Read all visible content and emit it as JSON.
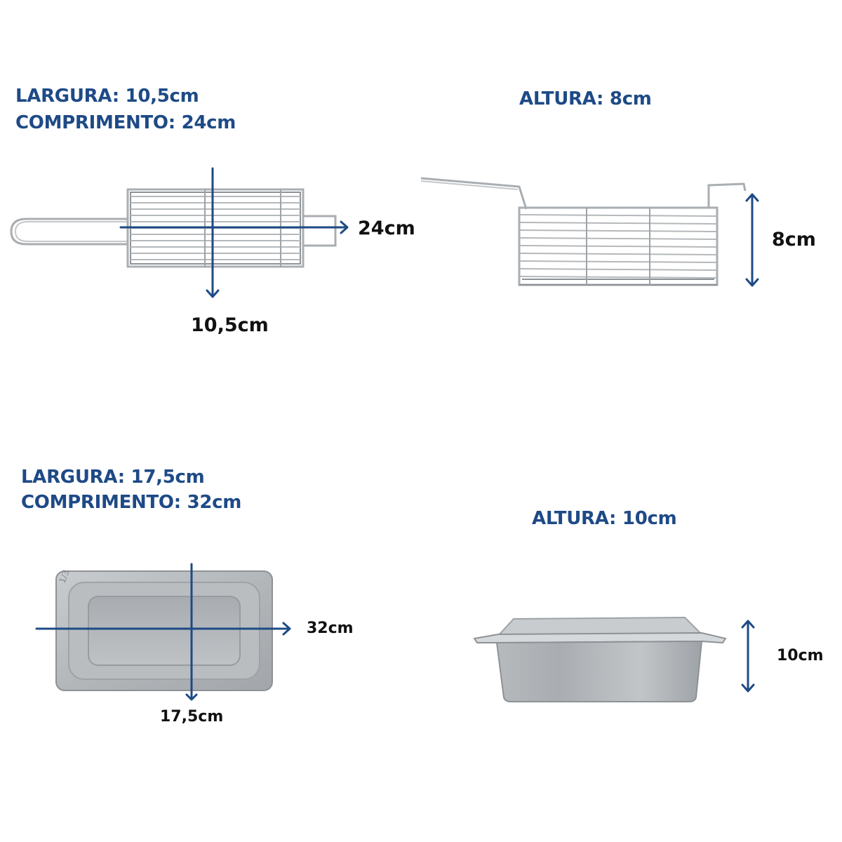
{
  "basket": {
    "top_view": {
      "width_line": "LARGURA: 10,5cm",
      "length_line": "COMPRIMENTO: 24cm",
      "length_label": "24cm",
      "width_label": "10,5cm"
    },
    "side_view": {
      "height_line": "ALTURA: 8cm",
      "height_label": "8cm"
    }
  },
  "pan": {
    "top_view": {
      "width_line": "LARGURA: 17,5cm",
      "length_line": "COMPRIMENTO: 32cm",
      "length_label": "32cm",
      "width_label": "17,5cm",
      "stamp": "1/3"
    },
    "side_view": {
      "height_line": "ALTURA: 10cm",
      "height_label": "10cm"
    }
  },
  "colors": {
    "heading": "#1e4a86",
    "arrow": "#1e4a86",
    "measure_text": "#111111",
    "metal": "#a9aeb2",
    "metal_light": "#d6d9dc",
    "metal_dark": "#8d9296"
  }
}
